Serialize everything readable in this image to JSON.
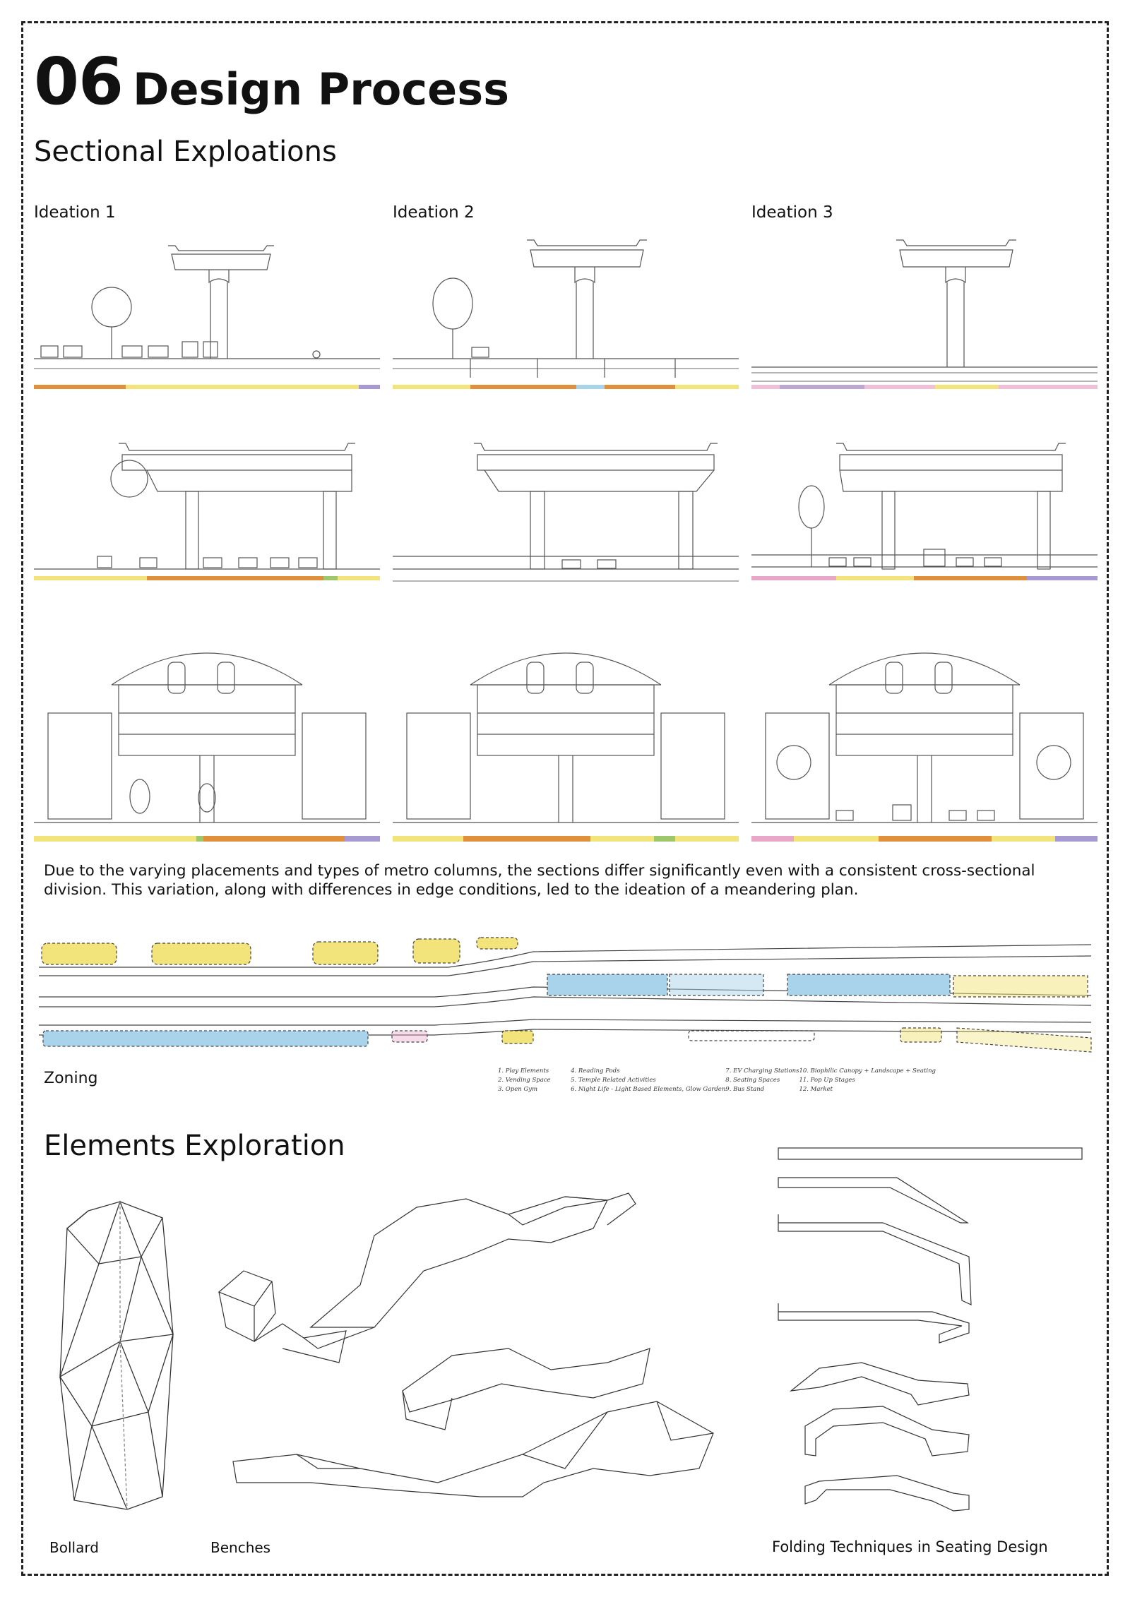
{
  "header": {
    "number": "06",
    "title": "Design Process",
    "subtitle": "Sectional Exploations"
  },
  "ideations": {
    "label_1": "Ideation 1",
    "label_2": "Ideation 2",
    "label_3": "Ideation 3"
  },
  "description": "Due to the varying placements and types of metro columns, the sections differ significantly even with a consistent cross-sectional division. This variation, along with differences in edge conditions, led to the ideation of a meandering plan.",
  "zoning": {
    "label": "Zoning",
    "legend": [
      "1. Play Elements",
      "4. Reading Pods",
      "7. EV Charging Stations",
      "10. Biophilic Canopy + Landscape + Seating",
      "2. Vending Space",
      "5. Temple Related Activities",
      "8. Seating Spaces",
      "11. Pop Up Stages",
      "3. Open Gym",
      "6. Night Life - Light Based Elements, Glow Garden",
      "9. Bus Stand",
      "12. Market"
    ]
  },
  "elements": {
    "title": "Elements Exploration",
    "caption_bollard": "Bollard",
    "caption_benches": "Benches",
    "caption_folding": "Folding Techniques in Seating Design"
  },
  "colors": {
    "yellow": "#f2e37a",
    "orange": "#e0903a",
    "blue": "#a9d3ea",
    "purple": "#a79ad2",
    "green": "#9cc86b",
    "pink": "#e8a6c8"
  }
}
